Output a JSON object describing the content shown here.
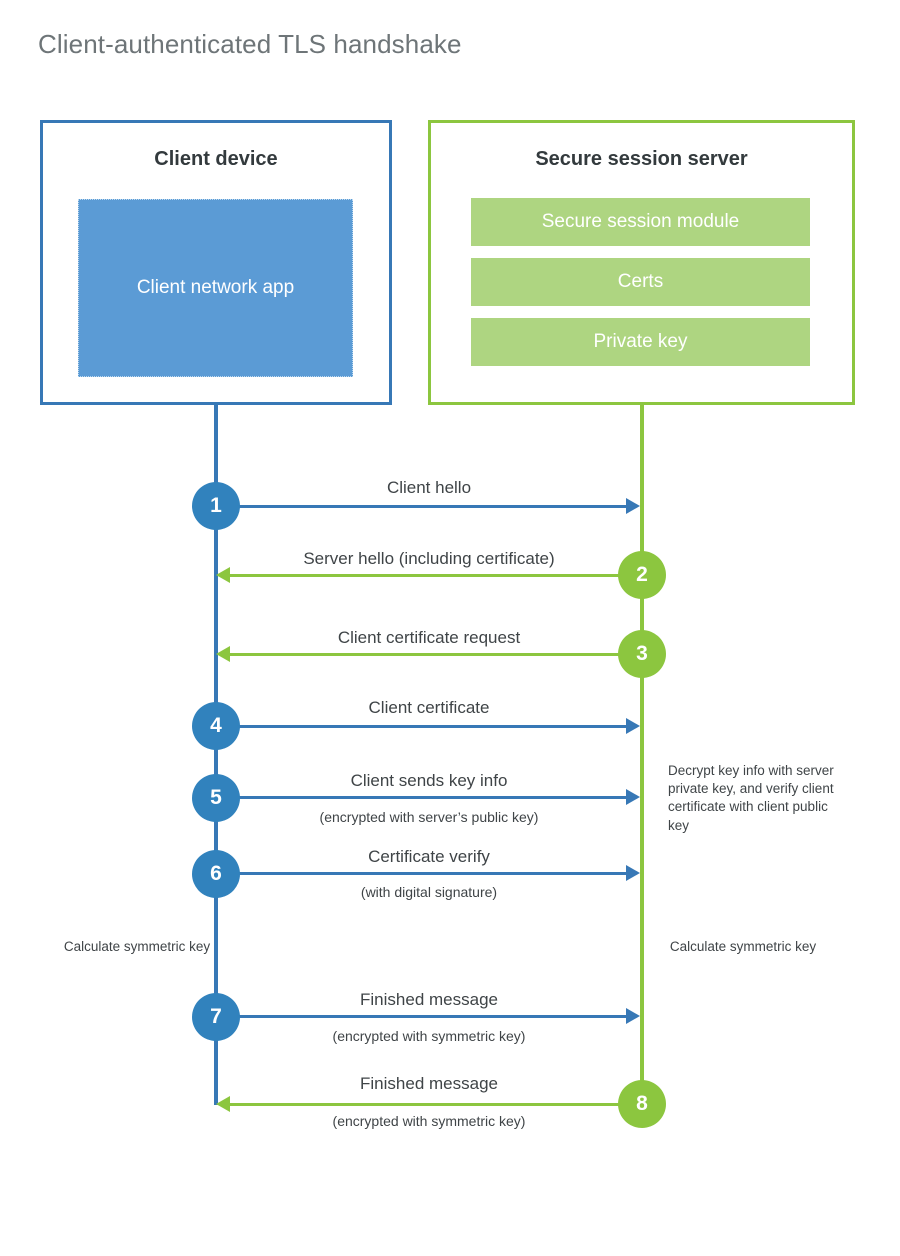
{
  "title": "Client-authenticated TLS handshake",
  "colors": {
    "client_blue": "#3778b6",
    "client_app_fill": "#5b9bd5",
    "server_green": "#8cc63f",
    "server_module_fill": "#aed581",
    "step_blue": "#3182bd",
    "text": "#3f4447",
    "title_gray": "#6e7578"
  },
  "client": {
    "title": "Client device",
    "app_label": "Client network app"
  },
  "server": {
    "title": "Secure session server",
    "modules": [
      {
        "label": "Secure session module"
      },
      {
        "label": "Certs"
      },
      {
        "label": "Private key"
      }
    ]
  },
  "steps": [
    {
      "number": "1",
      "label": "Client hello",
      "sublabel": "",
      "direction": "client-to-server",
      "color": "blue"
    },
    {
      "number": "2",
      "label": "Server hello (including certificate)",
      "sublabel": "",
      "direction": "server-to-client",
      "color": "green"
    },
    {
      "number": "3",
      "label": "Client certificate request",
      "sublabel": "",
      "direction": "server-to-client",
      "color": "green"
    },
    {
      "number": "4",
      "label": "Client certificate",
      "sublabel": "",
      "direction": "client-to-server",
      "color": "blue"
    },
    {
      "number": "5",
      "label": "Client sends key info",
      "sublabel": "(encrypted with server’s public key)",
      "direction": "client-to-server",
      "color": "blue"
    },
    {
      "number": "6",
      "label": "Certificate verify",
      "sublabel": "(with digital signature)",
      "direction": "client-to-server",
      "color": "blue"
    },
    {
      "number": "7",
      "label": "Finished message",
      "sublabel": "(encrypted with symmetric key)",
      "direction": "client-to-server",
      "color": "blue"
    },
    {
      "number": "8",
      "label": "Finished message",
      "sublabel": "(encrypted with symmetric key)",
      "direction": "server-to-client",
      "color": "green"
    }
  ],
  "annotations": {
    "server_decrypt": "Decrypt key info with server private key, and verify client certificate with client public key",
    "client_calculate": "Calculate symmetric key",
    "server_calculate": "Calculate symmetric key"
  }
}
